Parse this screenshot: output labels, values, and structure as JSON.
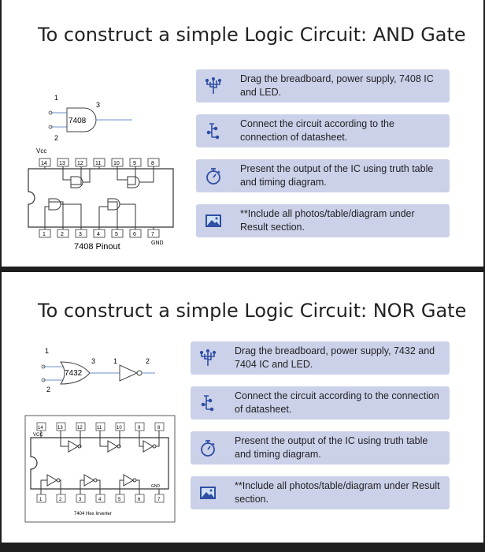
{
  "slides": [
    {
      "title": "To construct a simple Logic Circuit: AND Gate",
      "gate": {
        "chip_label": "7408",
        "input_a": "1",
        "input_b": "2",
        "output": "3"
      },
      "pinout": {
        "caption": "7408 Pinout",
        "vcc": "Vcc",
        "gnd": "GND",
        "top_pins": [
          "14",
          "13",
          "12",
          "11",
          "10",
          "9",
          "8"
        ],
        "bottom_pins": [
          "1",
          "2",
          "3",
          "4",
          "5",
          "6",
          "7"
        ]
      },
      "steps": [
        {
          "icon": "usb-icon",
          "text": "Drag the breadboard, power supply, 7408 IC and LED."
        },
        {
          "icon": "circuit-icon",
          "text": "Connect the circuit according to the connection of datasheet."
        },
        {
          "icon": "stopwatch-icon",
          "text": "Present the output of the IC using truth table and timing diagram."
        },
        {
          "icon": "image-icon",
          "text": "**Include all photos/table/diagram under Result section."
        }
      ]
    },
    {
      "title": "To construct a simple Logic Circuit: NOR Gate",
      "gate": {
        "chip_label": "7432",
        "input_a": "1",
        "input_b": "2",
        "output": "3",
        "inv_in": "1",
        "inv_out": "2"
      },
      "pinout": {
        "caption": "7404 Hex Inverter",
        "vcc": "VCC",
        "gnd": "GND",
        "top_pins": [
          "14",
          "13",
          "12",
          "11",
          "10",
          "9",
          "8"
        ],
        "bottom_pins": [
          "1",
          "2",
          "3",
          "4",
          "5",
          "6",
          "7"
        ]
      },
      "steps": [
        {
          "icon": "usb-icon",
          "text": "Drag the breadboard, power supply, 7432 and 7404 IC and LED."
        },
        {
          "icon": "circuit-icon",
          "text": "Connect the circuit according to the connection of datasheet."
        },
        {
          "icon": "stopwatch-icon",
          "text": "Present the output of the IC using truth table and timing diagram."
        },
        {
          "icon": "image-icon",
          "text": "**Include all photos/table/diagram under Result section."
        }
      ]
    }
  ],
  "colors": {
    "step_bg": "#ccd1ea",
    "icon_blue": "#2e4fa3",
    "wire": "#6f8fc8"
  }
}
